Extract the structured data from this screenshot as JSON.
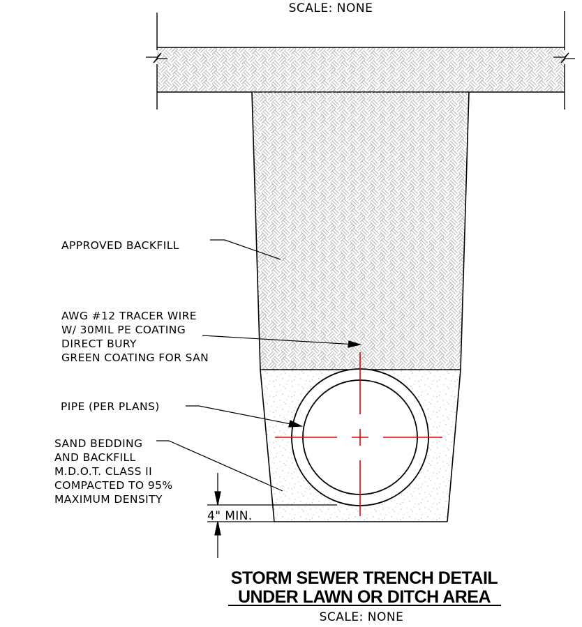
{
  "top_scale": "SCALE:  NONE",
  "labels": {
    "approved_backfill": "APPROVED BACKFILL",
    "tracer": [
      "AWG #12 TRACER WIRE",
      "W/ 30MIL PE COATING",
      "DIRECT BURY",
      "GREEN COATING FOR SAN"
    ],
    "pipe": "PIPE (PER PLANS)",
    "bedding": [
      "SAND BEDDING",
      "AND BACKFILL",
      "M.D.O.T. CLASS II",
      "COMPACTED TO 95%",
      "MAXIMUM DENSITY"
    ],
    "dimension": "4\"  MIN."
  },
  "title": {
    "line1": "STORM SEWER TRENCH DETAIL",
    "line2": "UNDER LAWN OR DITCH AREA",
    "scale": "SCALE:  NONE"
  },
  "colors": {
    "line": "#000000",
    "hatch": "#a8a8a8",
    "centerline": "#e00000",
    "stipple": "#b0b0b0"
  }
}
